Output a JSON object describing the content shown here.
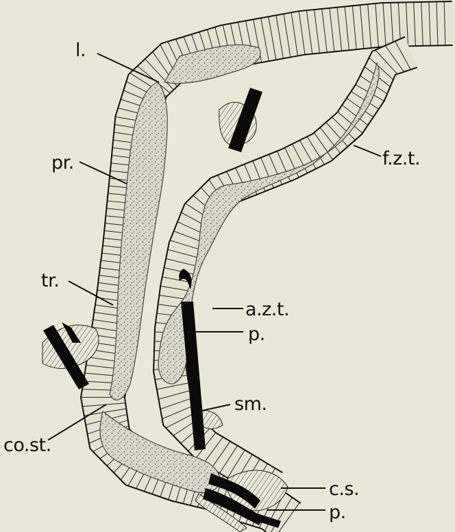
{
  "labels": {
    "l": "l.",
    "pr": "pr.",
    "fzt": "f.z.t.",
    "tr": "tr.",
    "azt": "a.z.t.",
    "p_upper": "p.",
    "sm": "sm.",
    "cost": "co.st.",
    "cs": "c.s.",
    "p_lower": "p."
  }
}
